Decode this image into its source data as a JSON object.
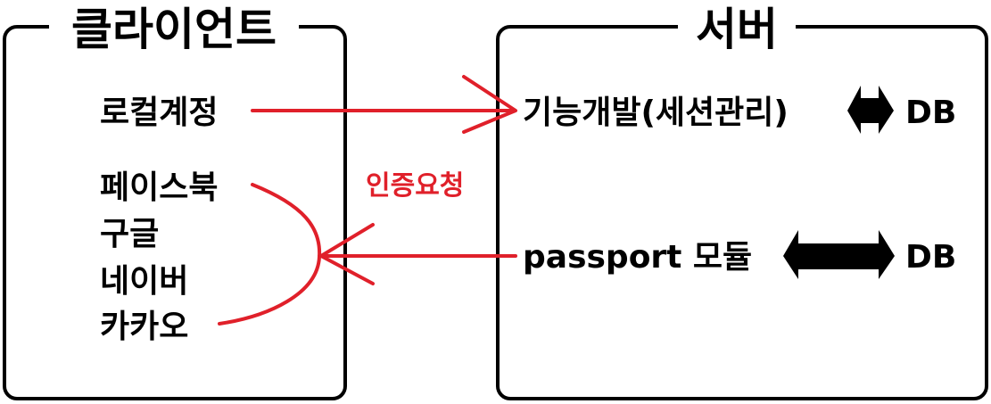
{
  "client": {
    "title": "클라이언트",
    "local_account": "로컬계정",
    "social": [
      "페이스북",
      "구글",
      "네이버",
      "카카오"
    ]
  },
  "server": {
    "title": "서버",
    "feature": "기능개발(세션관리)",
    "passport": "passport 모듈",
    "db_top": "DB",
    "db_bottom": "DB"
  },
  "auth_request": "인증요청",
  "colors": {
    "arrow": "#e0202a",
    "ink": "#000000"
  }
}
